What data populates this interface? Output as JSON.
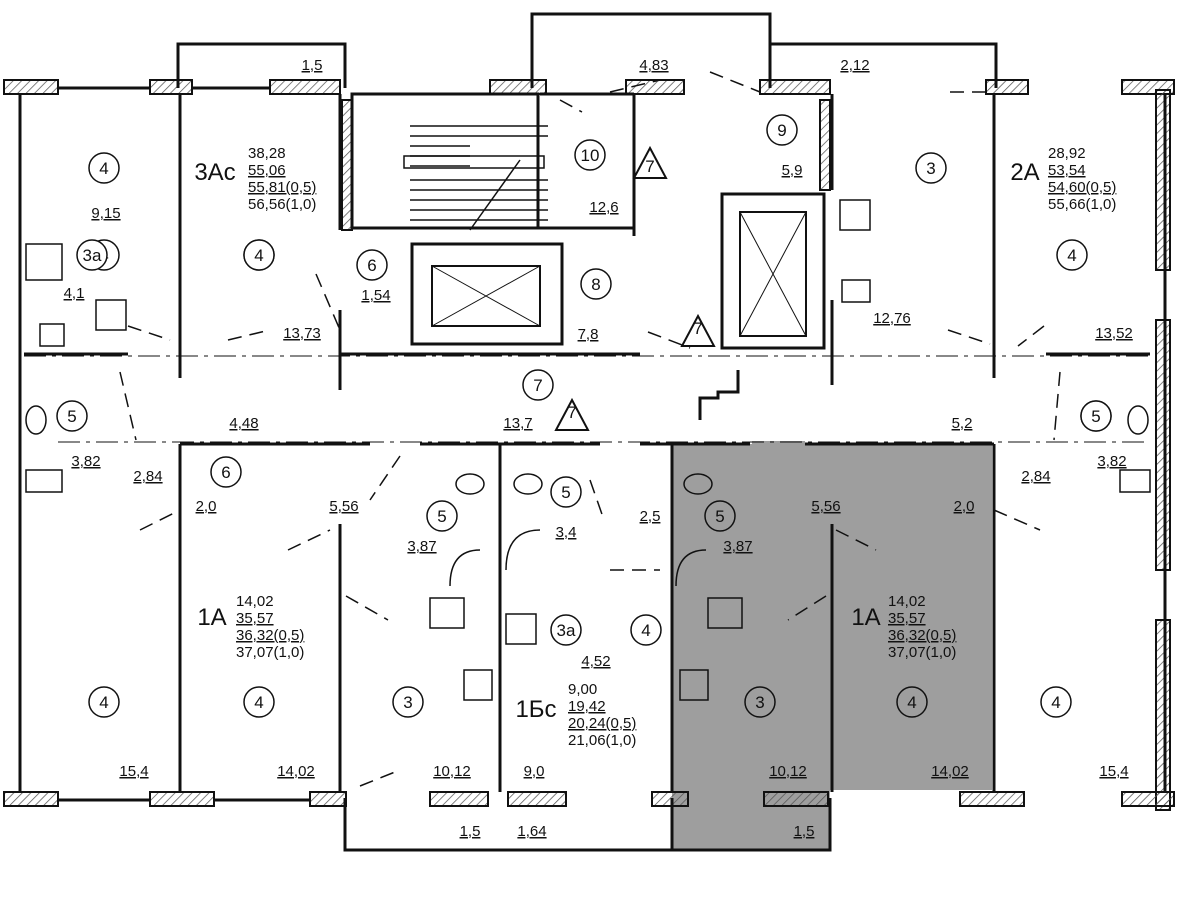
{
  "colors": {
    "ink": "#111111",
    "highlight": "#9e9e9e",
    "hatch": "#555555"
  },
  "apartments": [
    {
      "code": "3Ас",
      "stats": [
        "38,28",
        "55,06",
        "55,81(0,5)",
        "56,56(1,0)"
      ]
    },
    {
      "code": "2А",
      "stats": [
        "28,92",
        "53,54",
        "54,60(0,5)",
        "55,66(1,0)"
      ]
    },
    {
      "code": "1А",
      "stats": [
        "14,02",
        "35,57",
        "36,32(0,5)",
        "37,07(1,0)"
      ]
    },
    {
      "code": "1Бс",
      "stats": [
        "9,00",
        "19,42",
        "20,24(0,5)",
        "21,06(1,0)"
      ]
    },
    {
      "code": "1А",
      "stats": [
        "14,02",
        "35,57",
        "36,32(0,5)",
        "37,07(1,0)"
      ]
    }
  ],
  "room_numbers": [
    "4",
    "4",
    "3а",
    "5",
    "6",
    "4",
    "10",
    "9",
    "8",
    "7",
    "3",
    "4",
    "5",
    "6",
    "5",
    "5",
    "5",
    "5",
    "3а",
    "4",
    "3",
    "4",
    "4",
    "4",
    "3",
    "4",
    "4",
    "7",
    "7",
    "7"
  ],
  "areas": [
    "1,5",
    "4,83",
    "2,12",
    "9,15",
    "4,1",
    "13,73",
    "1,54",
    "12,6",
    "5,9",
    "7,8",
    "12,76",
    "13,52",
    "4,48",
    "13,7",
    "5,2",
    "3,82",
    "3,82",
    "2,84",
    "2,84",
    "2,0",
    "5,56",
    "3,87",
    "3,4",
    "2,5",
    "3,87",
    "5,56",
    "2,0",
    "4,52",
    "15,4",
    "14,02",
    "10,12",
    "9,0",
    "10,12",
    "14,02",
    "15,4",
    "1,5",
    "1,64",
    "1,5"
  ]
}
